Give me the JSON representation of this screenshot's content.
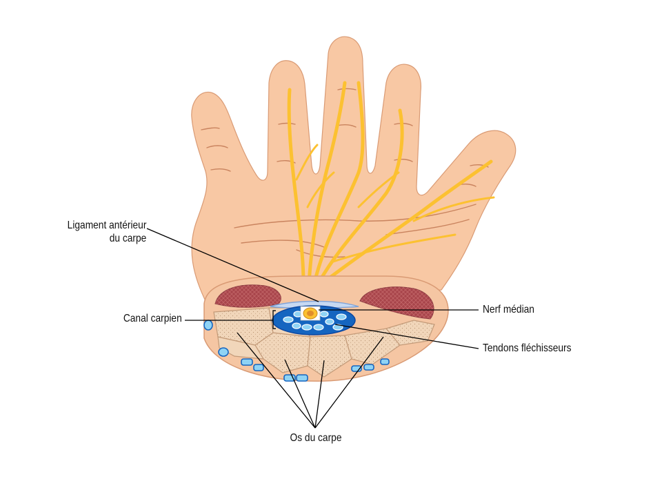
{
  "labels": {
    "ligament_line1": "Ligament antérieur",
    "ligament_line2": "du carpe",
    "canal": "Canal carpien",
    "nerf": "Nerf médian",
    "tendons": "Tendons fléchisseurs",
    "os": "Os du carpe"
  },
  "colors": {
    "skin": "#f8c8a4",
    "skin_outline": "#d99a74",
    "crease": "#c9835e",
    "nerve": "#fcc131",
    "muscle": "#a8454b",
    "bone": "#f1d6ba",
    "tendon_sheath": "#1565c0",
    "tendon": "#8fd3f5",
    "leader_line": "#000000"
  }
}
